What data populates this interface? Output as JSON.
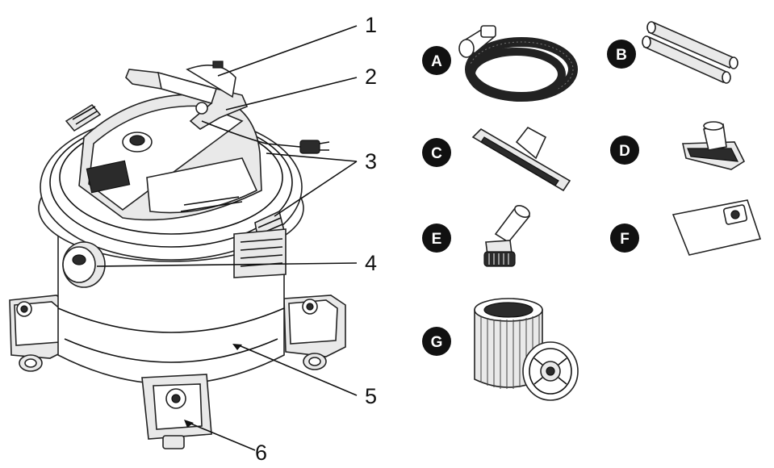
{
  "callouts": {
    "n1": "1",
    "n2": "2",
    "n3": "3",
    "n4": "4",
    "n5": "5",
    "n6": "6"
  },
  "accessories": {
    "a": "A",
    "b": "B",
    "c": "C",
    "d": "D",
    "e": "E",
    "f": "F",
    "g": "G"
  },
  "colors": {
    "line": "#111111",
    "badge": "#111111",
    "fill_light": "#e9e9e9"
  }
}
